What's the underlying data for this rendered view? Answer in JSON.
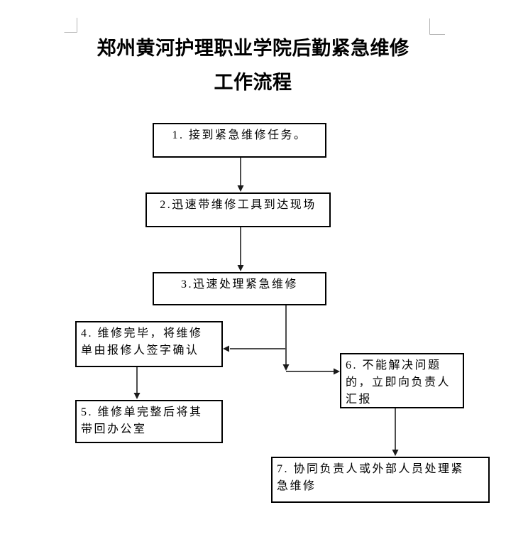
{
  "page": {
    "title_line1": "郑州黄河护理职业学院后勤紧急维修",
    "title_line2": "工作流程",
    "background_color": "#ffffff"
  },
  "flowchart": {
    "box_border_color": "#000000",
    "connector_color": "#4d4d4d",
    "arrowhead_color": "#1a1a1a",
    "crop_mark_color": "#b3b3b3",
    "boxes": [
      {
        "step": "1",
        "lines": [
          "1. 接到紧急维修任务。"
        ]
      },
      {
        "step": "2",
        "lines": [
          "2.迅速带维修工具到达现场"
        ]
      },
      {
        "step": "3",
        "lines": [
          "3.迅速处理紧急维修"
        ]
      },
      {
        "step": "4",
        "lines": [
          "4. 维修完毕，将维修",
          "单由报修人签字确认"
        ]
      },
      {
        "step": "5",
        "lines": [
          "5. 维修单完整后将其",
          "带回办公室"
        ]
      },
      {
        "step": "6",
        "lines": [
          "6. 不能解决问题",
          "的，立即向负责人",
          "汇报"
        ]
      },
      {
        "step": "7",
        "lines": [
          "7. 协同负责人或外部人员处理紧",
          "急维修"
        ]
      }
    ]
  }
}
